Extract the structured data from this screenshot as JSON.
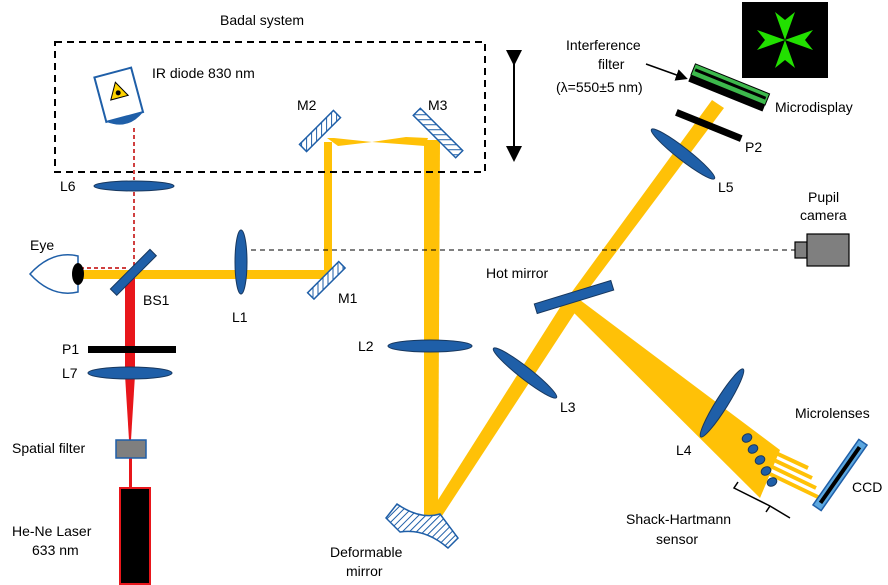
{
  "labels": {
    "badal_system": "Badal system",
    "ir_diode": "IR diode 830 nm",
    "interference_filter_line1": "Interference",
    "interference_filter_line2": "filter",
    "interference_filter_line3": "(λ=550±5 nm)",
    "microdisplay": "Microdisplay",
    "pupil_camera_line1": "Pupil",
    "pupil_camera_line2": "camera",
    "hot_mirror": "Hot mirror",
    "eye": "Eye",
    "bs1": "BS1",
    "p1": "P1",
    "p2": "P2",
    "l1": "L1",
    "l2": "L2",
    "l3": "L3",
    "l4": "L4",
    "l5": "L5",
    "l6": "L6",
    "l7": "L7",
    "m1": "M1",
    "m2": "M2",
    "m3": "M3",
    "spatial_filter": "Spatial filter",
    "laser_line1": "He-Ne Laser",
    "laser_line2": "633 nm",
    "deformable_line1": "Deformable",
    "deformable_line2": "mirror",
    "microlenses": "Microlenses",
    "ccd": "CCD",
    "shack_line1": "Shack-Hartmann",
    "shack_line2": "sensor"
  },
  "colors": {
    "beam_visible": "#FFC107",
    "beam_laser": "#E8161B",
    "optic_blue": "#1F5FA8",
    "optic_dark": "#17375E",
    "display_bg": "#000000",
    "display_symbol": "#22E000",
    "filter_green": "#3DB84C",
    "camera_gray": "#7F7F7F",
    "laser_body": "#000000",
    "laser_border": "#E8161B"
  }
}
